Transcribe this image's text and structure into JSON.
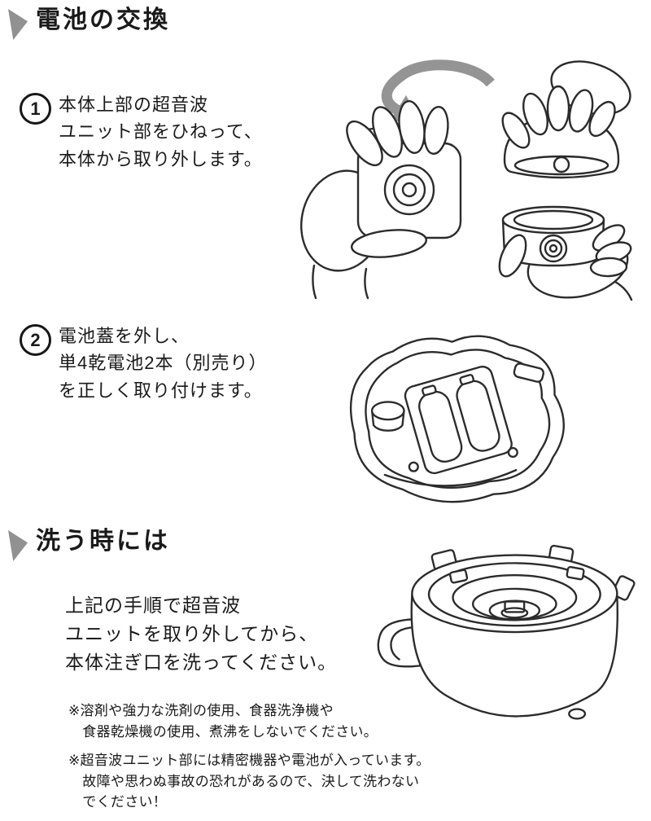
{
  "page": {
    "background": "#ffffff",
    "ink": "#1a1a1a",
    "accent_gray": "#919191",
    "arrow_gray": "#949494"
  },
  "battery_section": {
    "title": "電池の交換",
    "steps": [
      {
        "num": "1",
        "text": "本体上部の超音波\nユニット部をひねって、\n本体から取り外します。"
      },
      {
        "num": "2",
        "text": "電池蓋を外し、\n単4乾電池2本（別売り）\nを正しく取り付けます。"
      }
    ]
  },
  "wash_section": {
    "title": "洗う時には",
    "body": "上記の手順で超音波\nユニットを取り外してから、\n本体注ぎ口を洗ってください。",
    "notes": [
      "※溶剤や強力な洗剤の使用、食器洗浄機や\n　食器乾燥機の使用、煮沸をしないでください。",
      "※超音波ユニット部には精密機器や電池が入っています。\n　故障や思わぬ事故の恐れがあるので、決して洗わない\n　でください！"
    ]
  },
  "icons": {
    "section_marker": "gray-slanted-triangle",
    "rotate_arrow": "counterclockwise-twist-arrow"
  },
  "illustrations": [
    "hands-twisting-ultrasonic-unit",
    "battery-compartment-with-two-aaa-batteries",
    "tank-body-with-spout"
  ]
}
